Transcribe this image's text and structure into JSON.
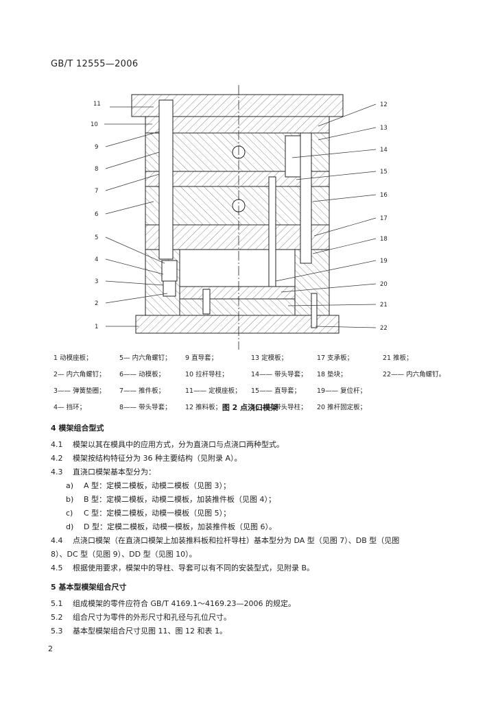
{
  "header": {
    "standard_no": "GB/T 12555—2006"
  },
  "figure": {
    "callouts_left": [
      "11",
      "10",
      "9",
      "8",
      "7",
      "6",
      "5",
      "4",
      "3",
      "2",
      "1"
    ],
    "callouts_right": [
      "12",
      "13",
      "14",
      "15",
      "16",
      "17",
      "18",
      "19",
      "20",
      "21",
      "22"
    ],
    "caption": "图 2  点浇口模架"
  },
  "legend": {
    "rows": [
      [
        {
          "num": "1",
          "dash": "",
          "label": "动模座板；"
        },
        {
          "num": "5",
          "dash": "—",
          "label": "内六角螺钉；"
        },
        {
          "num": "9",
          "dash": "",
          "label": "直导套；"
        },
        {
          "num": "13",
          "dash": "",
          "label": "定模板；"
        },
        {
          "num": "17",
          "dash": "",
          "label": "支承板；"
        },
        {
          "num": "21",
          "dash": "",
          "label": "推板；"
        }
      ],
      [
        {
          "num": "2",
          "dash": "—",
          "label": "内六角螺钉；"
        },
        {
          "num": "6",
          "dash": "——",
          "label": "动模板；"
        },
        {
          "num": "10",
          "dash": "",
          "label": "拉杆导柱；"
        },
        {
          "num": "14",
          "dash": "——",
          "label": "带头导套；"
        },
        {
          "num": "18",
          "dash": "",
          "label": "垫块；"
        },
        {
          "num": "22",
          "dash": "——",
          "label": "内六角螺钉。"
        }
      ],
      [
        {
          "num": "3",
          "dash": "——",
          "label": "弹簧垫圈；"
        },
        {
          "num": "7",
          "dash": "——",
          "label": "推件板；"
        },
        {
          "num": "11",
          "dash": "——",
          "label": "定模座板；"
        },
        {
          "num": "15",
          "dash": "——",
          "label": "直导套；"
        },
        {
          "num": "19",
          "dash": "——",
          "label": "复位杆；"
        }
      ],
      [
        {
          "num": "4",
          "dash": "—",
          "label": "挡环；"
        },
        {
          "num": "8",
          "dash": "——",
          "label": "带头导套；"
        },
        {
          "num": "12",
          "dash": "",
          "label": "推料板；"
        },
        {
          "num": "16",
          "dash": "——",
          "label": "带头导柱；"
        },
        {
          "num": "20",
          "dash": "",
          "label": "推杆固定板；"
        }
      ]
    ]
  },
  "section4": {
    "title": "4  模架组合型式",
    "c1": {
      "num": "4.1",
      "text": "模架以其在模具中的应用方式，分为直浇口与点浇口两种型式。"
    },
    "c2": {
      "num": "4.2",
      "text": "模架按结构特征分为 36 种主要结构（见附录 A）。"
    },
    "c3": {
      "num": "4.3",
      "text": "直浇口模架基本型分为："
    },
    "items": [
      {
        "num": "a)",
        "text": "A 型：定模二模板，动模二模板（见图 3）；"
      },
      {
        "num": "b)",
        "text": "B 型：定模二模板，动模二模板，加装推件板（见图 4）；"
      },
      {
        "num": "c)",
        "text": "C 型：定模二模板，动模一模板（见图 5）；"
      },
      {
        "num": "d)",
        "text": "D 型：定模二模板，动模一模板，加装推件板（见图 6）。"
      }
    ],
    "c4": {
      "num": "4.4",
      "text": "点浇口模架（在直浇口模架上加装推料板和拉杆导柱）基本型分为 DA 型（见图 7）、DB 型（见图",
      "cont": "8）、DC 型（见图 9）、DD 型（见图 10）。"
    },
    "c5": {
      "num": "4.5",
      "text": "根据使用要求，模架中的导柱、导套可以有不同的安装型式，见附录 B。"
    }
  },
  "section5": {
    "title": "5  基本型模架组合尺寸",
    "c1": {
      "num": "5.1",
      "text": "组成模架的零件应符合 GB/T 4169.1～4169.23—2006 的规定。"
    },
    "c2": {
      "num": "5.2",
      "text": "组合尺寸为零件的外形尺寸和孔径与孔位尺寸。"
    },
    "c3": {
      "num": "5.3",
      "text": "基本型模架组合尺寸见图 11、图 12 和表 1。"
    }
  },
  "page_number": "2"
}
